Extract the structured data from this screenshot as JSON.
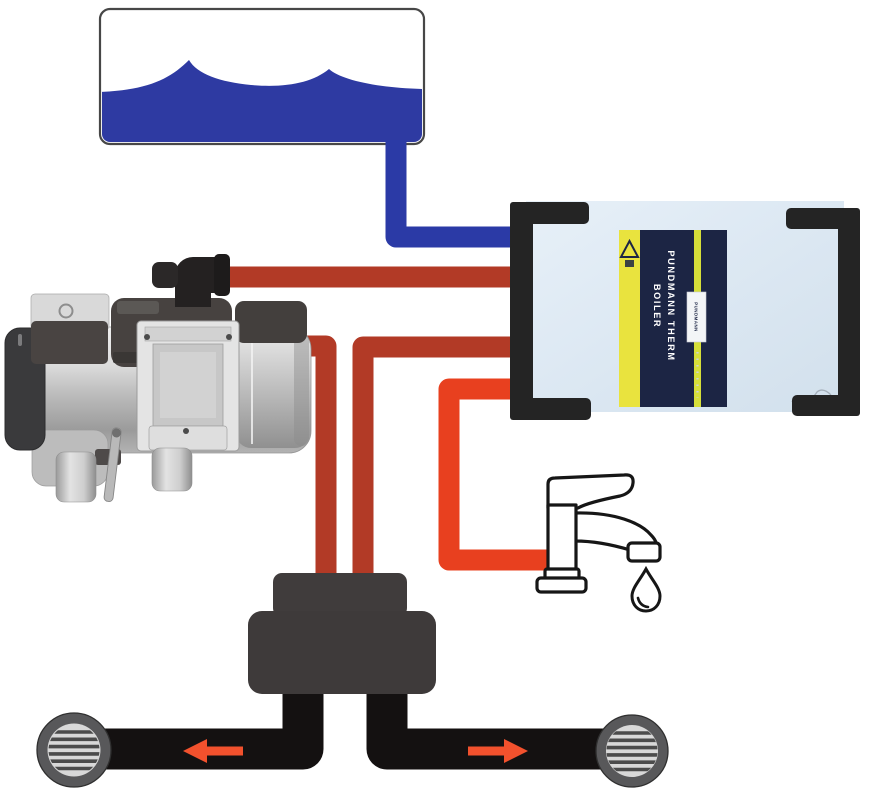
{
  "boiler_label": {
    "line1": "PUNDMANN THERM",
    "line2": "BOILER",
    "logo": "PUNDMANN"
  },
  "colors": {
    "cold_water": "#2b3aa6",
    "tank_water": "#2e3aa2",
    "hot_water": "#b23a26",
    "tap_water": "#e8401f",
    "arrow": "#f2512d",
    "duct": "#141111",
    "manifold": "#3e3a3a",
    "manifold_top": "#403c3c",
    "bracket": "#242424",
    "label_navy": "#1c2544",
    "label_yellow": "#e9e33e",
    "label_yellow_line": "#d6df39",
    "label_text": "#ffffff",
    "vent_ring": "#58585a",
    "vent_grille": "#d8d8d8"
  },
  "icons": {
    "faucet-icon": "tap outline drawing",
    "water-drop-icon": "droplet outline",
    "warning-triangle-icon": "△",
    "airflow-arrow-left-icon": "←",
    "airflow-arrow-right-icon": "→",
    "vent-grille-icon": "round louvered vent",
    "tank-icon": "water tank with waves",
    "heater-icon": "diesel water heater unit"
  }
}
